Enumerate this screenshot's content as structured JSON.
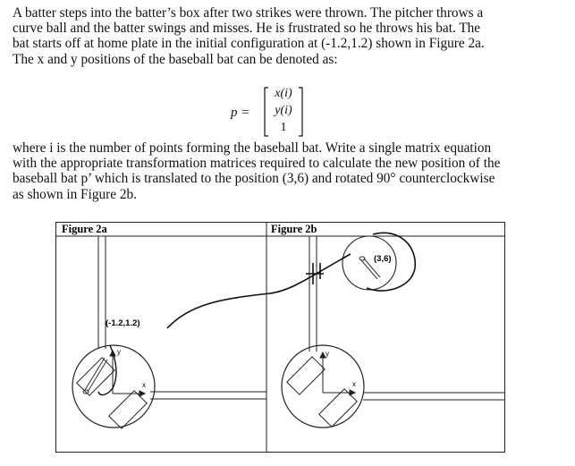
{
  "problem": {
    "intro_lines": [
      "A batter steps into the batter’s box after two strikes were thrown.  The pitcher throws a",
      "curve ball and the batter swings and misses.  He is frustrated so he throws his bat.  The",
      "bat starts off at home plate in the initial configuration at (-1.2,1.2) shown in Figure 2a.",
      "The x and y positions of the baseball bat can be denoted as:"
    ],
    "equation": {
      "lhs": "p =",
      "entries": [
        "x(i)",
        "y(i)",
        "1"
      ]
    },
    "task_lines": [
      "where i is the number of points forming the baseball bat. Write a single matrix equation",
      "with the appropriate transformation matrices required to calculate the new position of the",
      "baseball bat p’ which is translated to the position (3,6) and rotated 90° counterclockwise",
      "as shown in Figure 2b."
    ]
  },
  "figure": {
    "caption_a": "Figure 2a",
    "caption_b": "Figure 2b",
    "point_a_label": "(-1.2,1.2)",
    "point_b_label": "(3,6)",
    "axis_x": "x",
    "axis_y": "y"
  }
}
